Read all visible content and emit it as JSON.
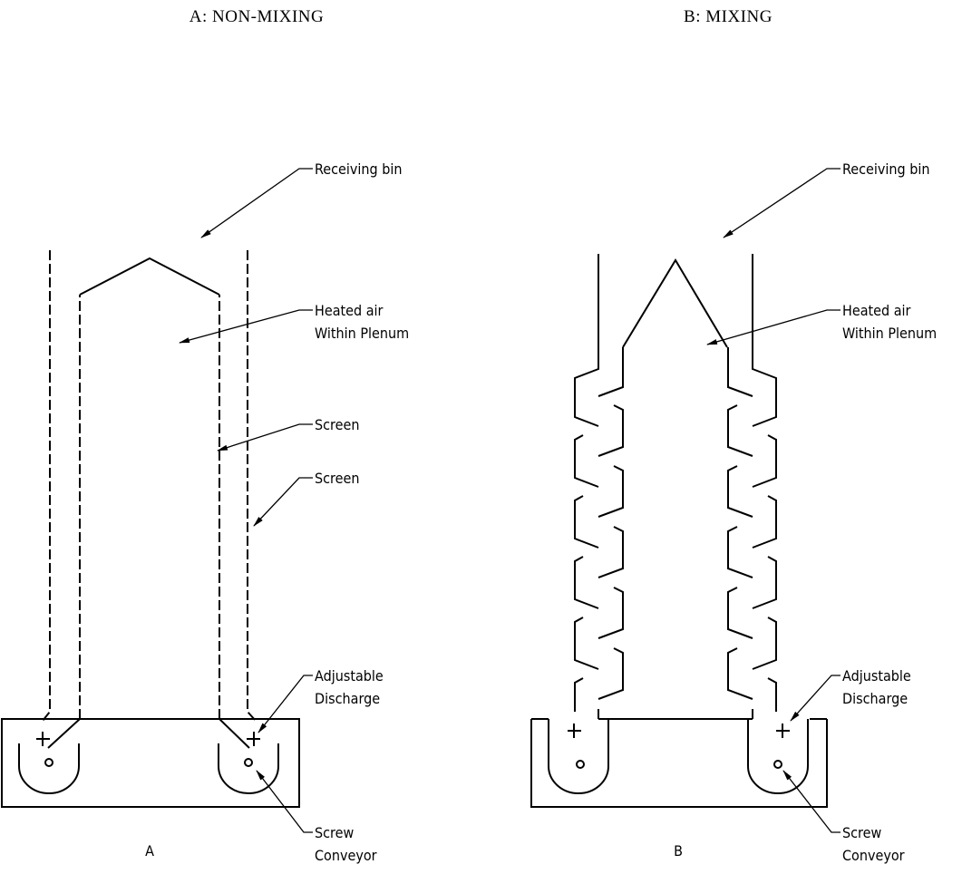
{
  "titles": {
    "a": "A: NON-MIXING",
    "b": "B: MIXING"
  },
  "panel_labels": {
    "a": "A",
    "b": "B"
  },
  "labels": {
    "receiving_bin": "Receiving bin",
    "heated_air_1": "Heated air",
    "heated_air_2": "Within Plenum",
    "screen": "Screen",
    "adjustable_1": "Adjustable",
    "adjustable_2": "Discharge",
    "screw_1": "Screw",
    "screw_2": "Conveyor"
  }
}
